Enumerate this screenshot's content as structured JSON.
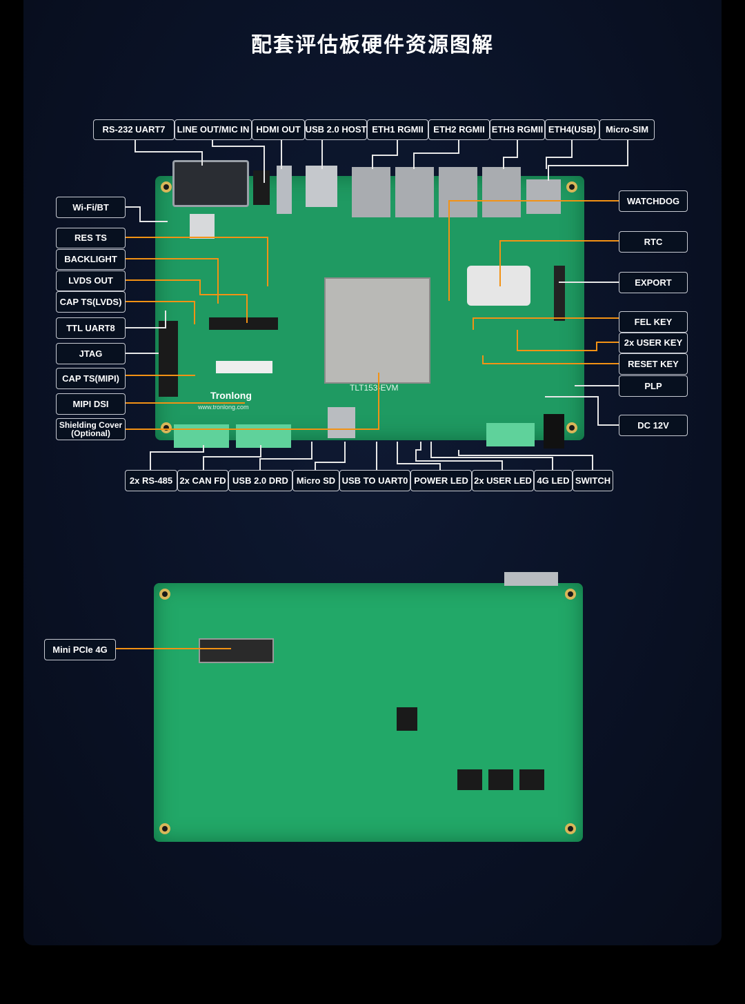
{
  "title": "配套评估板硬件资源图解",
  "top_labels": [
    "RS-232 UART7",
    "LINE OUT/MIC IN",
    "HDMI OUT",
    "USB 2.0 HOST",
    "ETH1 RGMII",
    "ETH2 RGMII",
    "ETH3 RGMII",
    "ETH4(USB)",
    "Micro-SIM"
  ],
  "left_labels": [
    "Wi-Fi/BT",
    "RES TS",
    "BACKLIGHT",
    "LVDS OUT",
    "CAP TS(LVDS)",
    "TTL UART8",
    "JTAG",
    "CAP TS(MIPI)",
    "MIPI DSI",
    "Shielding Cover (Optional)"
  ],
  "right_labels": [
    "WATCHDOG",
    "RTC",
    "EXPORT",
    "FEL KEY",
    "2x USER KEY",
    "RESET KEY",
    "PLP",
    "DC 12V"
  ],
  "bottom_labels": [
    "2x RS-485",
    "2x CAN FD",
    "USB 2.0 DRD",
    "Micro SD",
    "USB TO UART0",
    "POWER LED",
    "2x USER LED",
    "4G LED",
    "SWITCH"
  ],
  "back_labels": [
    "Mini PCIe 4G"
  ],
  "board": {
    "model": "TLT153-EVM",
    "brand": "Tronlong",
    "site": "www.tronlong.com"
  },
  "colors": {
    "accent": "#f39214",
    "board": "#1f9a62",
    "line": "#e8e8e8"
  }
}
